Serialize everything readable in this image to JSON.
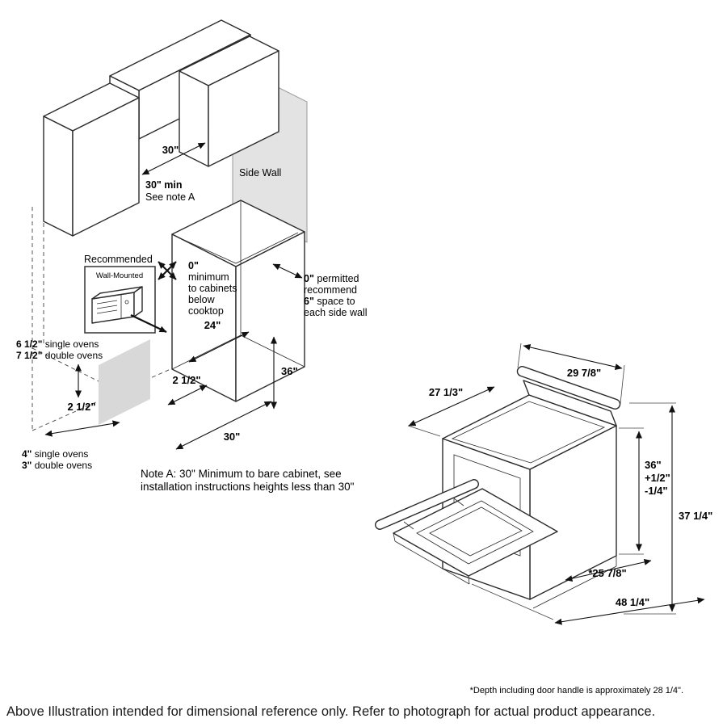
{
  "install": {
    "dim30_top": "30\"",
    "min30": "30\" min",
    "see_note": "See note A",
    "side_wall": "Side Wall",
    "recommended": "Recommended",
    "wall_mounted": "Wall-Mounted",
    "zero_min": {
      "n": "0\"",
      "l2": "minimum",
      "l3": "to cabinets",
      "l4": "below",
      "l5": "cooktop"
    },
    "side_clr": {
      "n0": "0\"",
      "l1": " permitted",
      "l2": "recommend",
      "n6": "6\"",
      "l3": " space to",
      "l4": "each side wall"
    },
    "dim24": "24\"",
    "dim36": "36\"",
    "dim2h_upper": "2 1/2\"",
    "dim30_bottom": "30\"",
    "ovens": {
      "n1": "6 1/2\"",
      "t1": " single ovens",
      "n2": "7 1/2\"",
      "t2": " double ovens"
    },
    "dim2h_lower": "2 1/2\"",
    "toe": {
      "n1": "4\"",
      "t1": " single ovens",
      "n2": "3\"",
      "t2": " double ovens"
    },
    "note1": "Note A: 30\" Minimum to bare cabinet, see",
    "note2": "installation instructions heights less than 30\""
  },
  "product": {
    "width": "29 7/8\"",
    "cooktop_depth": "27 1/3\"",
    "h36": "36\"",
    "hplus": "+1/2\"",
    "hminus": "-1/4\"",
    "h_total": "37 1/4\"",
    "depth": "*25 7/8\"",
    "open_depth": "48 1/4\"",
    "footnote": "*Depth including door handle is approximately 28 1/4\"."
  },
  "page": {
    "disclaimer": "Above Illustration intended for dimensional reference only. Refer to photograph for actual product appearance."
  }
}
